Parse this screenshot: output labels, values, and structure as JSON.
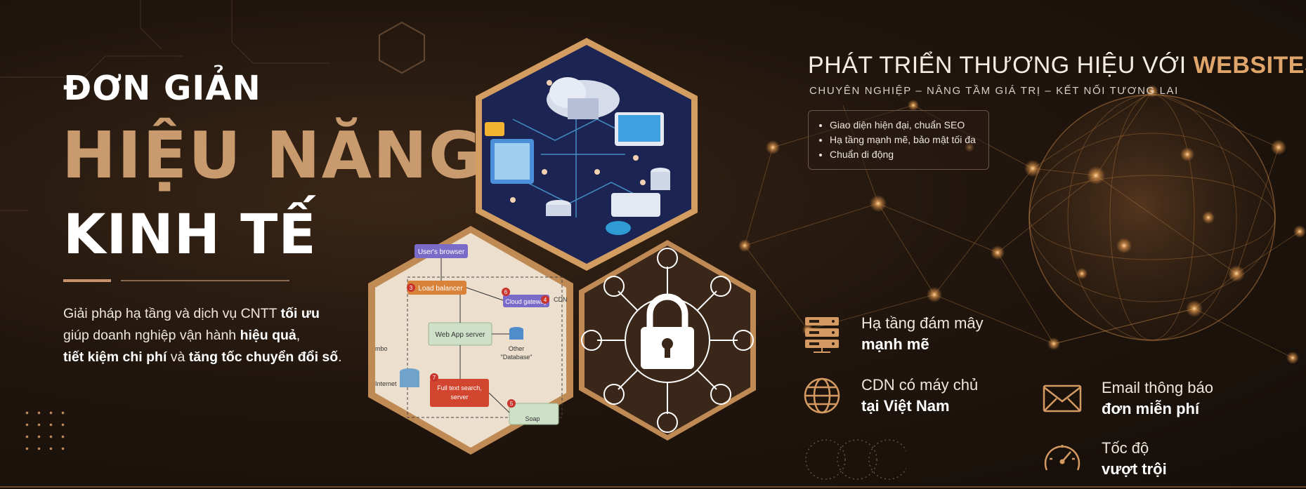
{
  "headline": {
    "line1": "ĐƠN GIẢN",
    "line2": "HIỆU NĂNG",
    "line3": "KINH TẾ"
  },
  "description": {
    "p1": "Giải pháp hạ tầng và dịch vụ CNTT ",
    "b1": "tối ưu",
    "p2": "giúp doanh nghiệp vận hành ",
    "b2": "hiệu quả",
    "p3": ",",
    "b3": "tiết kiệm chi phí",
    "p4": " và ",
    "b4": "tăng tốc chuyển đổi số",
    "p5": "."
  },
  "right": {
    "title_prefix": "PHÁT TRIỂN THƯƠNG HIỆU VỚI ",
    "title_highlight": "WEBSITES",
    "subtitle": "CHUYÊN NGHIỆP – NÂNG TẦM GIÁ TRỊ – KẾT NỐI TƯƠNG LAI",
    "features": [
      "Giao diện hiện đại, chuẩn SEO",
      "Hạ tầng mạnh mẽ, bảo mật tối đa",
      "Chuẩn di động"
    ]
  },
  "services": [
    {
      "line1": "Hạ tầng đám mây",
      "line2": "mạnh mẽ",
      "icon": "server-rack-icon"
    },
    {
      "line1": "CDN có máy chủ",
      "line2": "tại Việt Nam",
      "icon": "globe-icon"
    },
    {
      "line1": "Email thông báo",
      "line2": "đơn miễn phí",
      "icon": "envelope-icon"
    },
    {
      "line1": "Tốc độ",
      "line2": "vượt trội",
      "icon": "speedometer-icon"
    }
  ],
  "diagram": {
    "users_browser": "User's browser",
    "load_balancer": "Load balancer",
    "cloud_gateway": "Cloud gateway",
    "web_app_server": "Web App server",
    "database": "\"Database\"",
    "full_text_search": "Full text search,",
    "server": "server",
    "internet": "Internet",
    "cdn": "CDN",
    "soap": "Soap",
    "combo": "mbo",
    "other": "Other",
    "b3": "3",
    "b4": "4",
    "b5": "5",
    "b6": "6",
    "b7": "7"
  },
  "colors": {
    "accent_gold": "#c89a6e",
    "title_highlight": "#e0a56a",
    "background": "#1a120c"
  }
}
